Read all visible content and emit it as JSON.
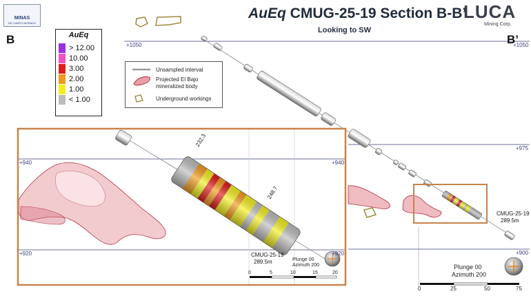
{
  "header": {
    "title_italic": "AuEq",
    "title_rest": "CMUG-25-19 Section B-B’",
    "subtitle": "Looking to SW"
  },
  "section_labels": {
    "left": "B",
    "right": "B’"
  },
  "logos": {
    "minas_name": "MINAS",
    "minas_sub": "DE CAMPO MORADO",
    "luca_name": "LUCA",
    "luca_sub": "Mining Corp."
  },
  "grade_legend": {
    "title": "AuEq",
    "items": [
      {
        "label": "> 12.00",
        "color": "#9b30e0"
      },
      {
        "label": "10.00",
        "color": "#f050c8"
      },
      {
        "label": "3.00",
        "color": "#e01b1b"
      },
      {
        "label": "2.00",
        "color": "#f29a1c"
      },
      {
        "label": "1.00",
        "color": "#f2ee20"
      },
      {
        "label": "< 1.00",
        "color": "#bcbcbc"
      }
    ]
  },
  "symbol_key": {
    "unsampled": "Unsampled interval",
    "projected_line1": "Projected El Bajo",
    "projected_line2": "mineralized body",
    "workings": "Underground workings"
  },
  "elevations": {
    "l1050": "+1050",
    "l975": "+975",
    "l900": "+900",
    "l940": "+940",
    "l920": "+920"
  },
  "drillhole": {
    "name": "CMUG-25-19",
    "length": "289.5m",
    "depth_from": "232.3",
    "depth_to": "248.7"
  },
  "orientation": {
    "plunge": "Plunge 00",
    "azimuth": "Azimuth 200"
  },
  "scale_main": {
    "ticks": [
      "0",
      "25",
      "50",
      "75"
    ]
  },
  "scale_inset": {
    "ticks": [
      "0",
      "5",
      "10",
      "15",
      "20"
    ]
  },
  "colors": {
    "level_line": "#3a3f7a",
    "inset_frame": "#c8824a",
    "body_fill": "#e8a0a8",
    "body_stroke": "#b33040",
    "workings": "#9c8a3a"
  }
}
